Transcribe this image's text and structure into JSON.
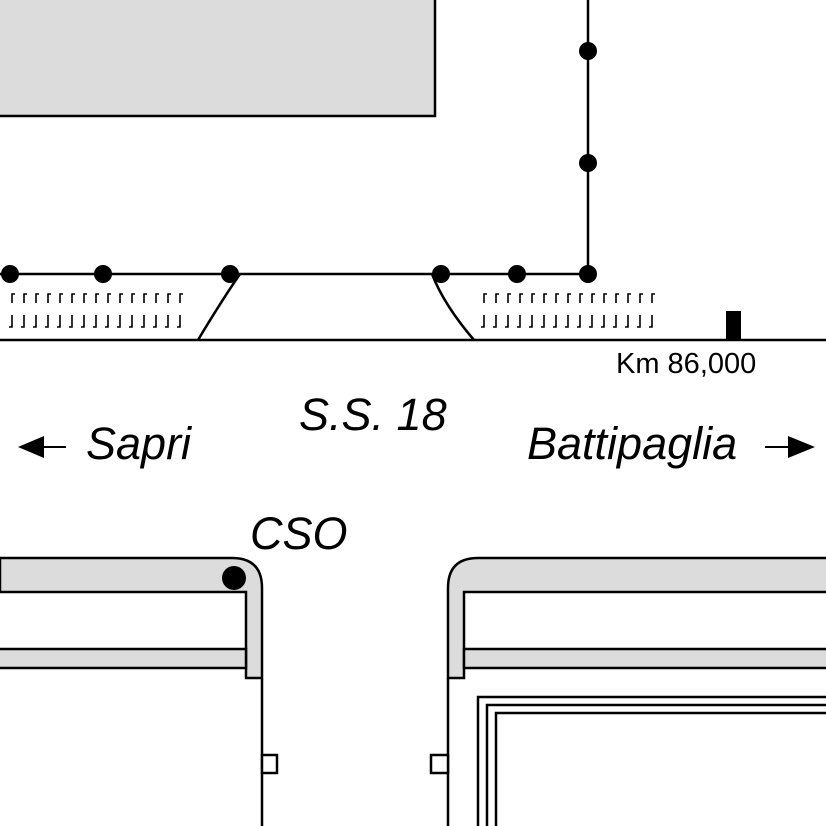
{
  "road": {
    "name": "S.S. 18",
    "km_marker": "Km 86,000",
    "directions": {
      "west": {
        "label": "Sapri"
      },
      "east": {
        "label": "Battipaglia"
      }
    }
  },
  "junction": {
    "label": "CSO"
  },
  "colors": {
    "line": "#000000",
    "building_fill": "#dcdcdc",
    "background": "#ffffff"
  }
}
